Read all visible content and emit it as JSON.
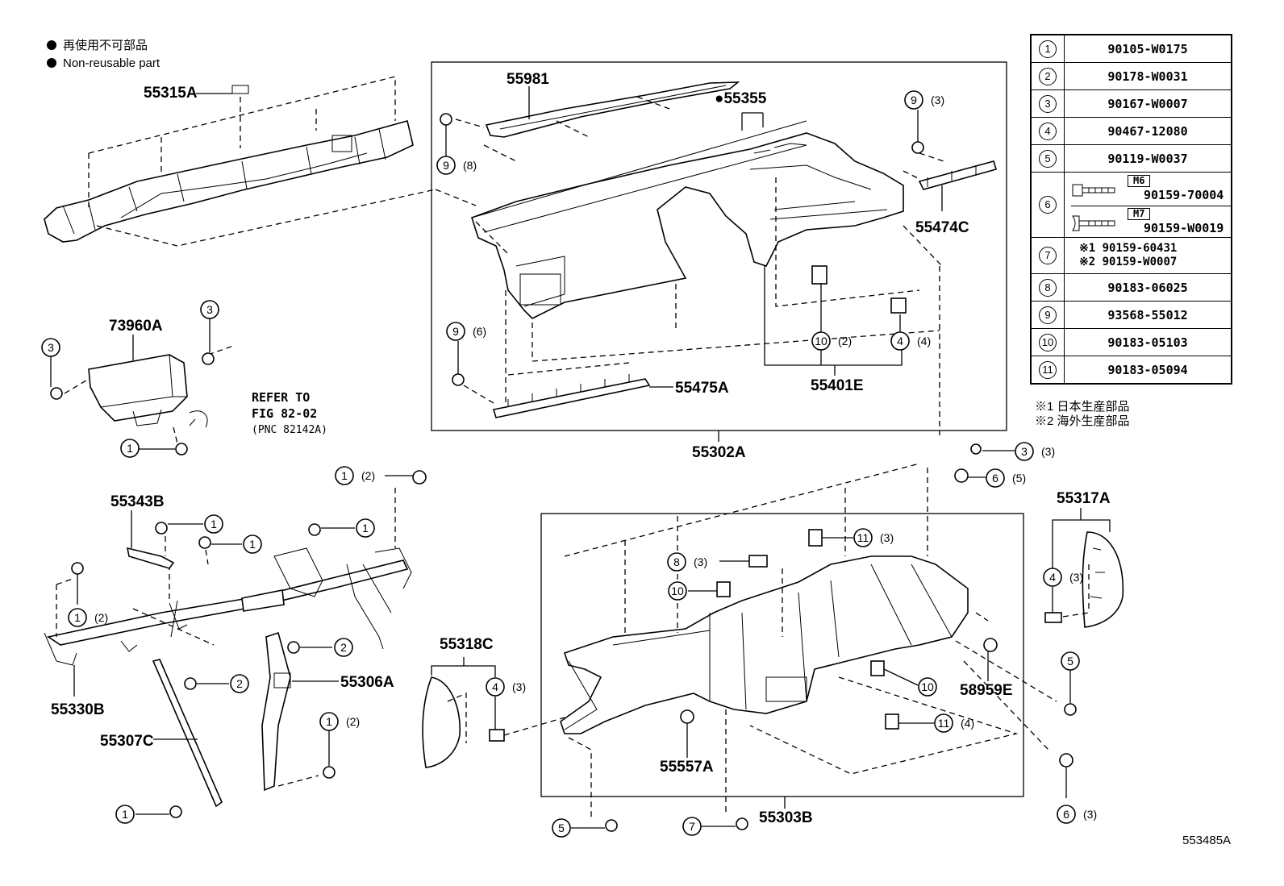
{
  "legend": {
    "bullet_jp": "再使用不可部品",
    "bullet_en": "Non-reusable part"
  },
  "part_labels": {
    "p55315A": "55315A",
    "p55981": "55981",
    "p55355": "●55355",
    "p55474C": "55474C",
    "p73960A": "73960A",
    "p55475A": "55475A",
    "p55401E": "55401E",
    "p55302A": "55302A",
    "p55343B": "55343B",
    "p55330B": "55330B",
    "p55307C": "55307C",
    "p55306A": "55306A",
    "p55318C": "55318C",
    "p55317A": "55317A",
    "p58959E": "58959E",
    "p55557A": "55557A",
    "p55303B": "55303B"
  },
  "refer": {
    "line1": "REFER TO",
    "line2": "FIG 82-02",
    "line3": "(PNC 82142A)"
  },
  "callouts": {
    "c1": "1",
    "c2": "2",
    "c3": "3",
    "c4": "4",
    "c5": "5",
    "c6": "6",
    "c7": "7",
    "c8": "8",
    "c9": "9",
    "c10": "10",
    "c11": "11"
  },
  "quantities": {
    "q2": "(2)",
    "q3": "(3)",
    "q4": "(4)",
    "q5": "(5)",
    "q6": "(6)",
    "q8": "(8)"
  },
  "parts_table": {
    "rows": [
      {
        "key": "1",
        "value": "90105-W0175"
      },
      {
        "key": "2",
        "value": "90178-W0031"
      },
      {
        "key": "3",
        "value": "90167-W0007"
      },
      {
        "key": "4",
        "value": "90467-12080"
      },
      {
        "key": "5",
        "value": "90119-W0037"
      },
      {
        "key": "6",
        "size_a": "M6",
        "value_a": "90159-70004",
        "size_b": "M7",
        "value_b": "90159-W0019"
      },
      {
        "key": "7",
        "value_a": "※1 90159-60431",
        "value_b": "※2 90159-W0007"
      },
      {
        "key": "8",
        "value": "90183-06025"
      },
      {
        "key": "9",
        "value": "93568-55012"
      },
      {
        "key": "10",
        "value": "90183-05103"
      },
      {
        "key": "11",
        "value": "90183-05094"
      }
    ]
  },
  "notes": {
    "n1": "※1 日本生産部品",
    "n2": "※2 海外生産部品"
  },
  "figure_number": "553485A"
}
